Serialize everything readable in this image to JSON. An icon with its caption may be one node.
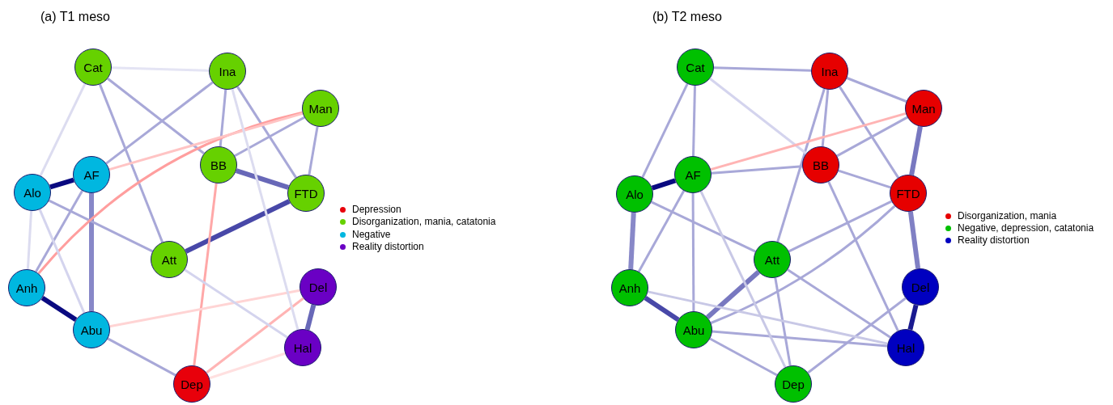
{
  "diagram": {
    "nodes": [
      {
        "text": [
          "Cat"
        ]
      },
      {
        "text": [
          "Ina"
        ]
      },
      {
        "text": [
          "Man"
        ]
      },
      {
        "text": [
          "AF"
        ]
      },
      {
        "text": [
          "Alo"
        ]
      },
      {
        "text": [
          "BB"
        ]
      },
      {
        "text": [
          "FTD"
        ]
      },
      {
        "text": [
          "Att"
        ]
      },
      {
        "text": [
          "Anh"
        ]
      },
      {
        "text": [
          "Del"
        ]
      },
      {
        "text": [
          "Abu"
        ]
      },
      {
        "text": [
          "Hal"
        ]
      },
      {
        "text": [
          "Dep"
        ]
      },
      {
        "text": [
          "Cat"
        ]
      },
      {
        "text": [
          "Ina"
        ]
      },
      {
        "text": [
          "Man"
        ]
      },
      {
        "text": [
          "AF"
        ]
      },
      {
        "text": [
          "Alo"
        ]
      },
      {
        "text": [
          "BB"
        ]
      },
      {
        "text": [
          "FTD"
        ]
      },
      {
        "text": [
          "Att"
        ]
      },
      {
        "text": [
          "Anh"
        ]
      },
      {
        "text": [
          "Del"
        ]
      },
      {
        "text": [
          "Abu"
        ]
      },
      {
        "text": [
          "Hal"
        ]
      },
      {
        "text": [
          "Dep"
        ]
      }
    ],
    "edges": [
      {
        "from": 4,
        "to": 3,
        "arrow": "none",
        "style": "thick",
        "color": "#0a0a80"
      },
      {
        "from": 8,
        "to": 10,
        "arrow": "none",
        "style": "thick",
        "color": "#0a0a80"
      },
      {
        "from": 7,
        "to": 6,
        "arrow": "none",
        "style": "thick",
        "color": "#4848a8"
      },
      {
        "from": 5,
        "to": 6,
        "arrow": "none",
        "style": "thick",
        "color": "#6868b8"
      },
      {
        "from": 9,
        "to": 11,
        "arrow": "none",
        "style": "thick",
        "color": "#6868b8"
      },
      {
        "from": 3,
        "to": 10,
        "arrow": "none",
        "style": "thick",
        "color": "#8888c8"
      },
      {
        "from": 0,
        "to": 5,
        "arrow": "none"
      },
      {
        "from": 0,
        "to": 7,
        "arrow": "none"
      },
      {
        "from": 1,
        "to": 3,
        "arrow": "none"
      },
      {
        "from": 1,
        "to": 5,
        "arrow": "none"
      },
      {
        "from": 1,
        "to": 6,
        "arrow": "none"
      },
      {
        "from": 2,
        "to": 6,
        "arrow": "none"
      },
      {
        "from": 2,
        "to": 5,
        "arrow": "none"
      },
      {
        "from": 3,
        "to": 8,
        "arrow": "none"
      },
      {
        "from": 4,
        "to": 7,
        "arrow": "none"
      },
      {
        "from": 10,
        "to": 12,
        "arrow": "none"
      },
      {
        "from": 2,
        "to": 8,
        "arrow": "none",
        "color": "#ff9e9e"
      },
      {
        "from": 5,
        "to": 12,
        "arrow": "none",
        "color": "#ffa8a8"
      },
      {
        "from": 3,
        "to": 2,
        "arrow": "none",
        "color": "#ffc4c4"
      },
      {
        "from": 9,
        "to": 12,
        "arrow": "none",
        "color": "#ffb4b4"
      },
      {
        "from": 9,
        "to": 10,
        "arrow": "none",
        "color": "#ffd4d4"
      },
      {
        "from": 11,
        "to": 12,
        "arrow": "none",
        "color": "#ffe0e0"
      },
      {
        "from": 0,
        "to": 1,
        "arrow": "none",
        "color": "#e4e4f4"
      },
      {
        "from": 0,
        "to": 4,
        "arrow": "none",
        "color": "#dcdcf0"
      },
      {
        "from": 4,
        "to": 8,
        "arrow": "none",
        "color": "#dcdcf0"
      },
      {
        "from": 4,
        "to": 10,
        "arrow": "none",
        "color": "#d4d4ee"
      },
      {
        "from": 7,
        "to": 11,
        "arrow": "none",
        "color": "#d4d4ee"
      },
      {
        "from": 1,
        "to": 11,
        "arrow": "none",
        "color": "#dcdcf0"
      },
      {
        "from": 17,
        "to": 16,
        "arrow": "none",
        "style": "thick",
        "color": "#0a0a80"
      },
      {
        "from": 22,
        "to": 24,
        "arrow": "none",
        "style": "thick",
        "color": "#1a1a90"
      },
      {
        "from": 21,
        "to": 23,
        "arrow": "none",
        "style": "thick",
        "color": "#4848a8"
      },
      {
        "from": 15,
        "to": 19,
        "arrow": "none",
        "style": "thick",
        "color": "#7878c0"
      },
      {
        "from": 19,
        "to": 22,
        "arrow": "none",
        "style": "thick",
        "color": "#8080c4"
      },
      {
        "from": 23,
        "to": 20,
        "arrow": "none",
        "style": "thick",
        "color": "#7878c0"
      },
      {
        "from": 17,
        "to": 21,
        "arrow": "none",
        "style": "thick",
        "color": "#8888c8"
      },
      {
        "from": 13,
        "to": 16,
        "arrow": "none"
      },
      {
        "from": 13,
        "to": 17,
        "arrow": "none"
      },
      {
        "from": 13,
        "to": 14,
        "arrow": "none"
      },
      {
        "from": 14,
        "to": 15,
        "arrow": "none"
      },
      {
        "from": 14,
        "to": 18,
        "arrow": "none"
      },
      {
        "from": 14,
        "to": 19,
        "arrow": "none"
      },
      {
        "from": 14,
        "to": 20,
        "arrow": "none"
      },
      {
        "from": 15,
        "to": 18,
        "arrow": "none"
      },
      {
        "from": 18,
        "to": 19,
        "arrow": "none"
      },
      {
        "from": 18,
        "to": 24,
        "arrow": "none"
      },
      {
        "from": 16,
        "to": 18,
        "arrow": "none"
      },
      {
        "from": 17,
        "to": 20,
        "arrow": "none"
      },
      {
        "from": 19,
        "to": 20,
        "arrow": "none"
      },
      {
        "from": 19,
        "to": 23,
        "arrow": "none"
      },
      {
        "from": 16,
        "to": 21,
        "arrow": "none"
      },
      {
        "from": 16,
        "to": 23,
        "arrow": "none"
      },
      {
        "from": 20,
        "to": 25,
        "arrow": "none"
      },
      {
        "from": 20,
        "to": 24,
        "arrow": "none"
      },
      {
        "from": 23,
        "to": 25,
        "arrow": "none"
      },
      {
        "from": 25,
        "to": 22,
        "arrow": "none"
      },
      {
        "from": 23,
        "to": 24,
        "arrow": "none"
      },
      {
        "from": 21,
        "to": 24,
        "arrow": "none",
        "color": "#c8c8e6"
      },
      {
        "from": 16,
        "to": 25,
        "arrow": "none",
        "color": "#c8c8e6"
      },
      {
        "from": 13,
        "to": 18,
        "arrow": "none",
        "color": "#d4d4ee"
      },
      {
        "from": 16,
        "to": 15,
        "arrow": "none",
        "color": "#ffb4b4"
      }
    ],
    "labels": [
      "(a) T1 meso",
      "(b) T2 meso"
    ],
    "legend": [
      {
        "text": "Depression",
        "color": "#e8000b"
      },
      {
        "text": "Disorganization, mania, catatonia",
        "color": "#66d100"
      },
      {
        "text": "Negative",
        "color": "#00b7e0"
      },
      {
        "text": "Reality distortion",
        "color": "#6a00c4"
      },
      {
        "text": "Disorganization, mania",
        "color": "#e60000"
      },
      {
        "text": "Negative, depression, catatonia",
        "color": "#00c000"
      },
      {
        "text": "Reality distortion",
        "color": "#0000c0"
      }
    ]
  }
}
